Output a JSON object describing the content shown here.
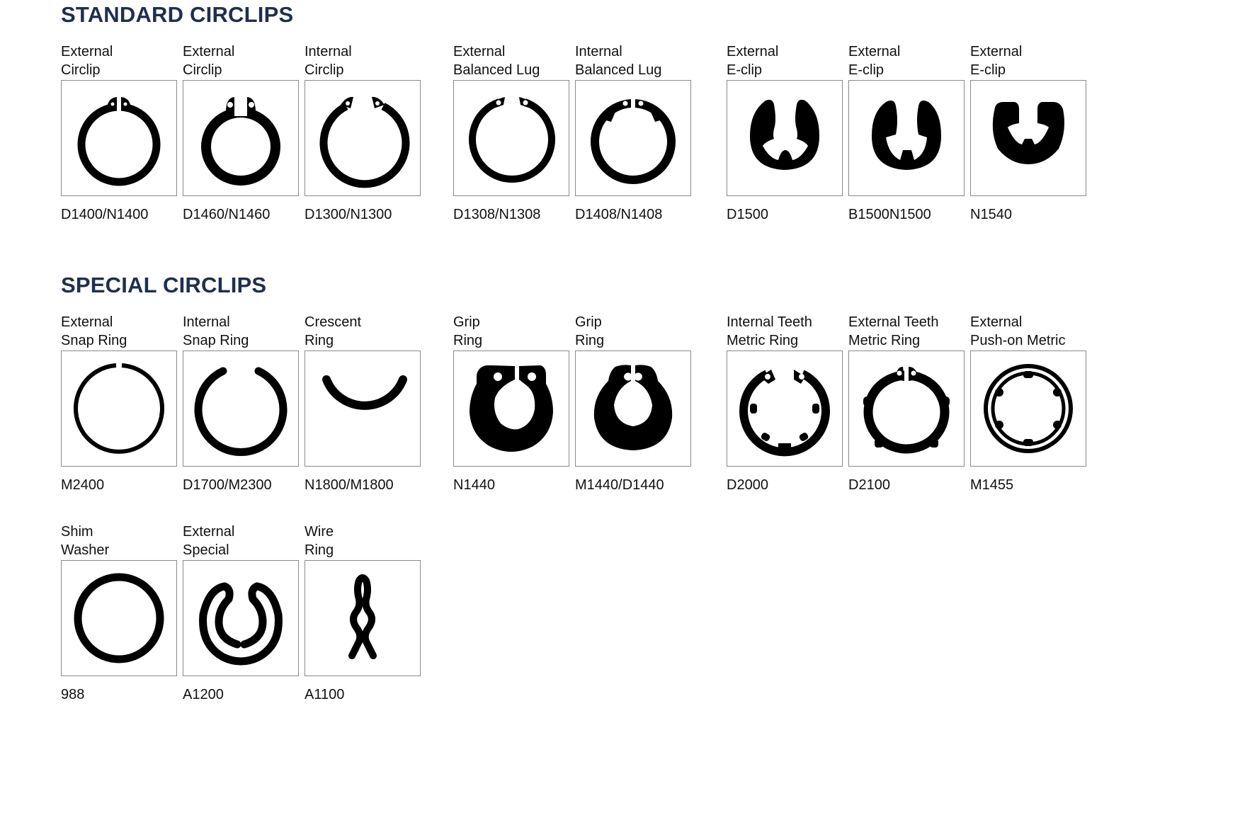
{
  "sections": {
    "standard": {
      "title": "STANDARD CIRCLIPS",
      "items": [
        {
          "line1": "External",
          "line2": "Circlip",
          "code": "D1400/N1400",
          "icon": "external-circlip-icon"
        },
        {
          "line1": "External",
          "line2": "Circlip",
          "code": "D1460/N1460",
          "icon": "external-circlip-heavy-icon"
        },
        {
          "line1": "Internal",
          "line2": "Circlip",
          "code": "D1300/N1300",
          "icon": "internal-circlip-icon"
        },
        {
          "line1": "External",
          "line2": "Balanced Lug",
          "code": "D1308/N1308",
          "icon": "external-balanced-lug-icon"
        },
        {
          "line1": "Internal",
          "line2": "Balanced Lug",
          "code": "D1408/N1408",
          "icon": "internal-balanced-lug-icon"
        },
        {
          "line1": "External",
          "line2": "E-clip",
          "code": "D1500",
          "icon": "e-clip-icon"
        },
        {
          "line1": "External",
          "line2": "E-clip",
          "code": "B1500N1500",
          "icon": "e-clip-square-icon"
        },
        {
          "line1": "External",
          "line2": "E-clip",
          "code": "N1540",
          "icon": "e-clip-wide-icon"
        }
      ]
    },
    "special": {
      "title": "SPECIAL CIRCLIPS",
      "items": [
        {
          "line1": "External",
          "line2": "Snap Ring",
          "code": "M2400",
          "icon": "external-snap-ring-icon"
        },
        {
          "line1": "Internal",
          "line2": "Snap Ring",
          "code": "D1700/M2300",
          "icon": "internal-snap-ring-icon"
        },
        {
          "line1": "Crescent",
          "line2": "Ring",
          "code": "N1800/M1800",
          "icon": "crescent-ring-icon"
        },
        {
          "line1": "Grip",
          "line2": "Ring",
          "code": "N1440",
          "icon": "grip-ring-icon"
        },
        {
          "line1": "Grip",
          "line2": "Ring",
          "code": "M1440/D1440",
          "icon": "grip-ring-alt-icon"
        },
        {
          "line1": "Internal Teeth",
          "line2": "Metric Ring",
          "code": "D2000",
          "icon": "internal-teeth-metric-ring-icon"
        },
        {
          "line1": "External Teeth",
          "line2": "Metric Ring",
          "code": "D2100",
          "icon": "external-teeth-metric-ring-icon"
        },
        {
          "line1": "External",
          "line2": "Push-on Metric",
          "code": "M1455",
          "icon": "push-on-metric-icon"
        },
        {
          "line1": "Shim",
          "line2": "Washer",
          "code": "988",
          "icon": "shim-washer-icon"
        },
        {
          "line1": "External",
          "line2": "Special",
          "code": "A1200",
          "icon": "external-special-icon"
        },
        {
          "line1": "Wire",
          "line2": "Ring",
          "code": "A1100",
          "icon": "wire-ring-icon"
        }
      ]
    }
  },
  "colors": {
    "heading": "#1e2f4f",
    "text": "#111111",
    "card_border": "#8a8a8a",
    "icon_fill": "#000000"
  }
}
